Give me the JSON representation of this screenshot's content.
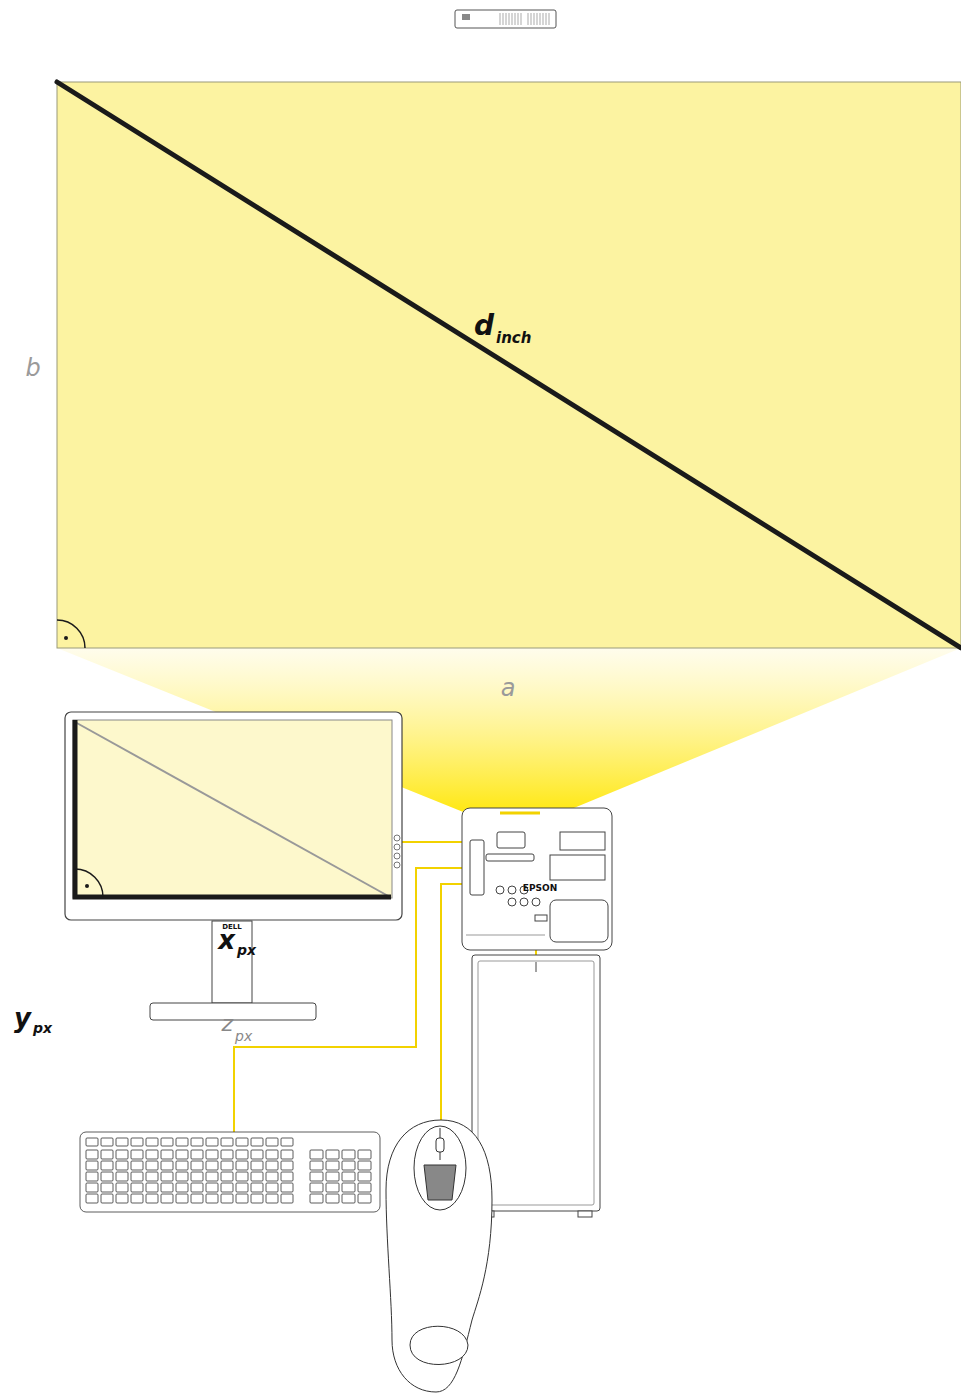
{
  "diagram": {
    "labels": [
      "b",
      "a",
      "d",
      "inch",
      "x",
      "px",
      "y",
      "px",
      "z",
      "px",
      "EPSON",
      "DELL"
    ]
  }
}
